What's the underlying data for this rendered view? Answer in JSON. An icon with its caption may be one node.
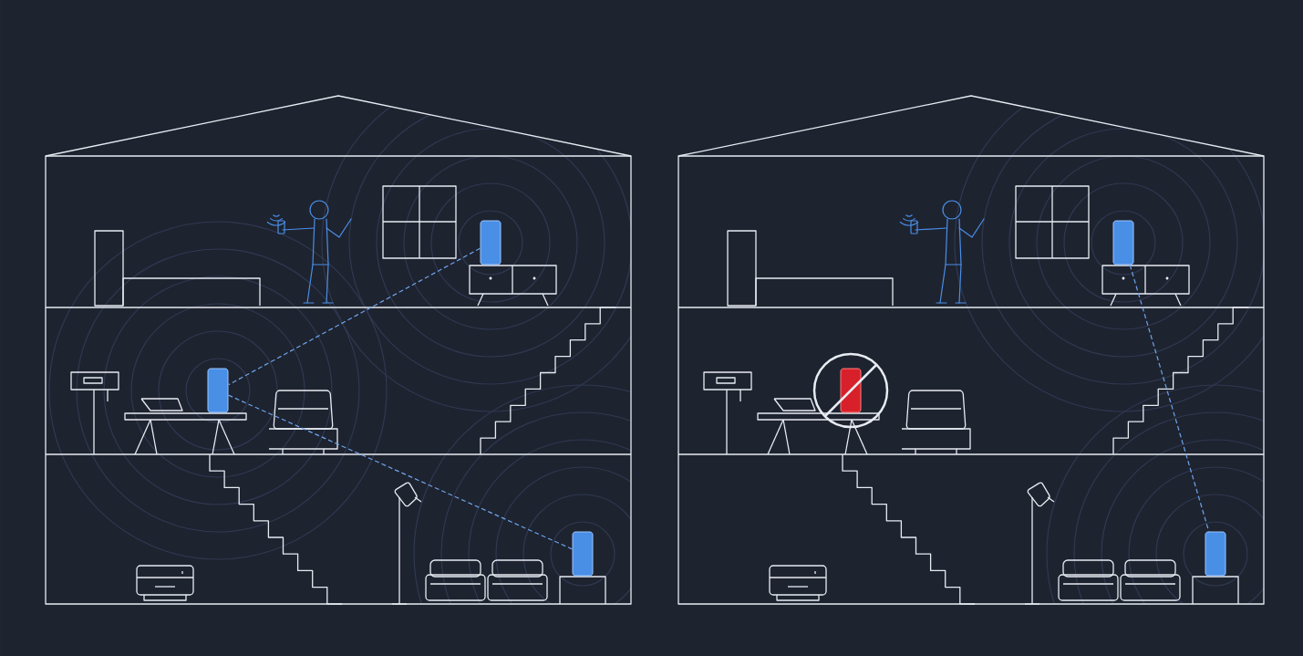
{
  "diagram": {
    "nodes": [
      {
        "text": [],
        "shape": "box"
      },
      {
        "text": [],
        "shape": "box"
      },
      {
        "text": [],
        "shape": "box"
      },
      {
        "text": [],
        "shape": "box"
      },
      {
        "text": [],
        "shape": "box"
      },
      {
        "text": [],
        "shape": "box"
      }
    ],
    "edges": [
      {
        "from": 0,
        "to": 1,
        "arrow": "none",
        "style": "dashed"
      },
      {
        "from": 1,
        "to": 2,
        "arrow": "none",
        "style": "dashed"
      },
      {
        "from": 3,
        "to": 5,
        "arrow": "none",
        "style": "dashed"
      }
    ]
  }
}
